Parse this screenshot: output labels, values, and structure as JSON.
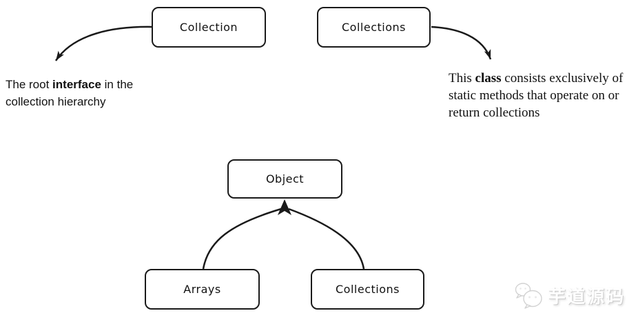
{
  "diagram": {
    "top": {
      "collection_node_label": "Collection",
      "collections_node_label": "Collections",
      "collection_note": {
        "text_before": "The root ",
        "bold": "interface",
        "text_after": " in the collection hierarchy"
      },
      "collections_note": {
        "text_before": "This ",
        "bold": "class",
        "text_after": " consists exclusively of static methods that operate on or return collections"
      }
    },
    "hierarchy": {
      "object_node_label": "Object",
      "arrays_node_label": "Arrays",
      "collections_node_label": "Collections"
    }
  },
  "watermark": {
    "icon": "wechat-chat-bubbles-icon",
    "text": "芋道源码"
  },
  "colors": {
    "background": "#ffffff",
    "stroke": "#1a1a1a",
    "text": "#111111",
    "watermark_shadow": "#cccccc"
  }
}
